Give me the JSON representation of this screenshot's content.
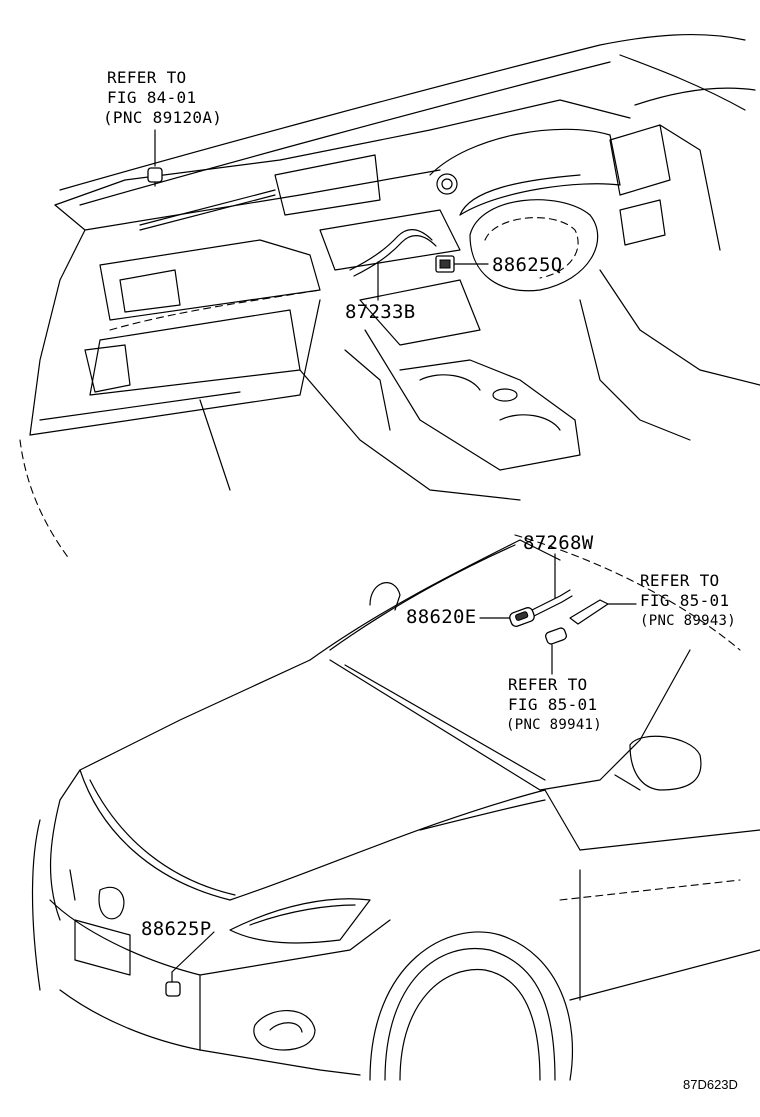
{
  "labels": {
    "ref_top_line1": "REFER TO",
    "ref_top_line2": "FIG 84-01",
    "ref_top_line3": "(PNC 89120A)",
    "part_88625q": "88625Q",
    "part_87233b": "87233B",
    "part_87268w": "87268W",
    "part_88620e": "88620E",
    "ref_right_line1": "REFER TO",
    "ref_right_line2": "FIG 85-01",
    "ref_right_line3": "(PNC 89943)",
    "ref_mid_line1": "REFER TO",
    "ref_mid_line2": "FIG 85-01",
    "ref_mid_line3": "(PNC 89941)",
    "part_88625p": "88625P",
    "diagram_code": "87D623D"
  }
}
